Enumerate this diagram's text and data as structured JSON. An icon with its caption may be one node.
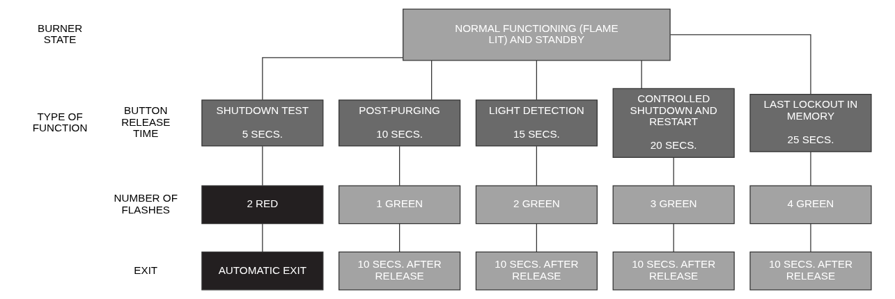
{
  "diagram": {
    "nodes": [
      {
        "text": [
          "NORMAL FUNCTIONING (FLAME LIT) AND STANDBY"
        ]
      },
      {
        "text": [
          "SHUTDOWN TEST",
          "5 SECS."
        ]
      },
      {
        "text": [
          "POST-PURGING",
          "10 SECS."
        ]
      },
      {
        "text": [
          "LIGHT DETECTION",
          "15 SECS."
        ]
      },
      {
        "text": [
          "CONTROLLED SHUTDOWN AND RESTART",
          "20 SECS."
        ]
      },
      {
        "text": [
          "LAST LOCKOUT IN MEMORY",
          "25 SECS."
        ]
      },
      {
        "text": [
          "2 RED"
        ]
      },
      {
        "text": [
          "1 GREEN"
        ]
      },
      {
        "text": [
          "2 GREEN"
        ]
      },
      {
        "text": [
          "3 GREEN"
        ]
      },
      {
        "text": [
          "4 GREEN"
        ]
      },
      {
        "text": [
          "AUTOMATIC EXIT"
        ]
      },
      {
        "text": [
          "10 SECS. AFTER RELEASE"
        ]
      },
      {
        "text": [
          "10 SECS. AFTER RELEASE"
        ]
      },
      {
        "text": [
          "10 SECS. AFTER RELEASE"
        ]
      },
      {
        "text": [
          "10 SECS. AFTER RELEASE"
        ]
      }
    ],
    "edges": [
      {
        "from": 0,
        "to": 1,
        "arrow": "none"
      },
      {
        "from": 0,
        "to": 2,
        "arrow": "none"
      },
      {
        "from": 0,
        "to": 3,
        "arrow": "none"
      },
      {
        "from": 0,
        "to": 4,
        "arrow": "none"
      },
      {
        "from": 0,
        "to": 5,
        "arrow": "none"
      },
      {
        "from": 1,
        "to": 6,
        "arrow": "none"
      },
      {
        "from": 2,
        "to": 7,
        "arrow": "none"
      },
      {
        "from": 3,
        "to": 8,
        "arrow": "none"
      },
      {
        "from": 4,
        "to": 9,
        "arrow": "none"
      },
      {
        "from": 5,
        "to": 10,
        "arrow": "none"
      },
      {
        "from": 6,
        "to": 11,
        "arrow": "none"
      },
      {
        "from": 7,
        "to": 12,
        "arrow": "none"
      },
      {
        "from": 8,
        "to": 13,
        "arrow": "none"
      },
      {
        "from": 9,
        "to": 14,
        "arrow": "none"
      },
      {
        "from": 10,
        "to": 15,
        "arrow": "none"
      }
    ],
    "labels": [
      "BURNER STATE",
      "TYPE OF FUNCTION",
      "BUTTON RELEASE TIME",
      "NUMBER OF FLASHES",
      "EXIT"
    ]
  }
}
